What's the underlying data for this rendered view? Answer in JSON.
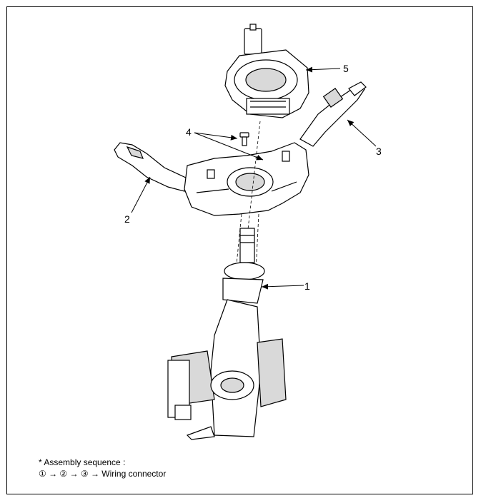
{
  "callouts": [
    {
      "id": "1",
      "label": "1"
    },
    {
      "id": "2",
      "label": "2"
    },
    {
      "id": "3",
      "label": "3"
    },
    {
      "id": "4",
      "label": "4"
    },
    {
      "id": "5",
      "label": "5"
    }
  ],
  "note": {
    "line1": "* Assembly sequence :",
    "line2": "① → ② → ③ → Wiring connector"
  },
  "colors": {
    "line": "#000000",
    "fill": "#ffffff",
    "shade": "#d9d9d9"
  }
}
